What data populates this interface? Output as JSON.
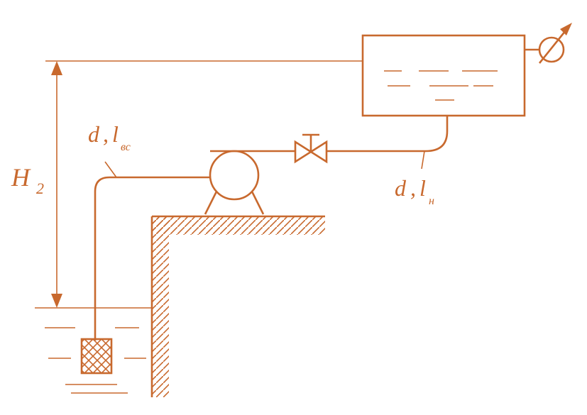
{
  "labels": {
    "height_symbol": "H",
    "height_subscript": "2",
    "suction_pipe_d": "d",
    "suction_pipe_sep": ",",
    "suction_pipe_l": "l",
    "suction_pipe_sub": "вс",
    "discharge_pipe_d": "d",
    "discharge_pipe_sep": ",",
    "discharge_pipe_l": "l",
    "discharge_pipe_sub": "н"
  },
  "colors": {
    "line": "#c8692e",
    "background": "#ffffff"
  }
}
